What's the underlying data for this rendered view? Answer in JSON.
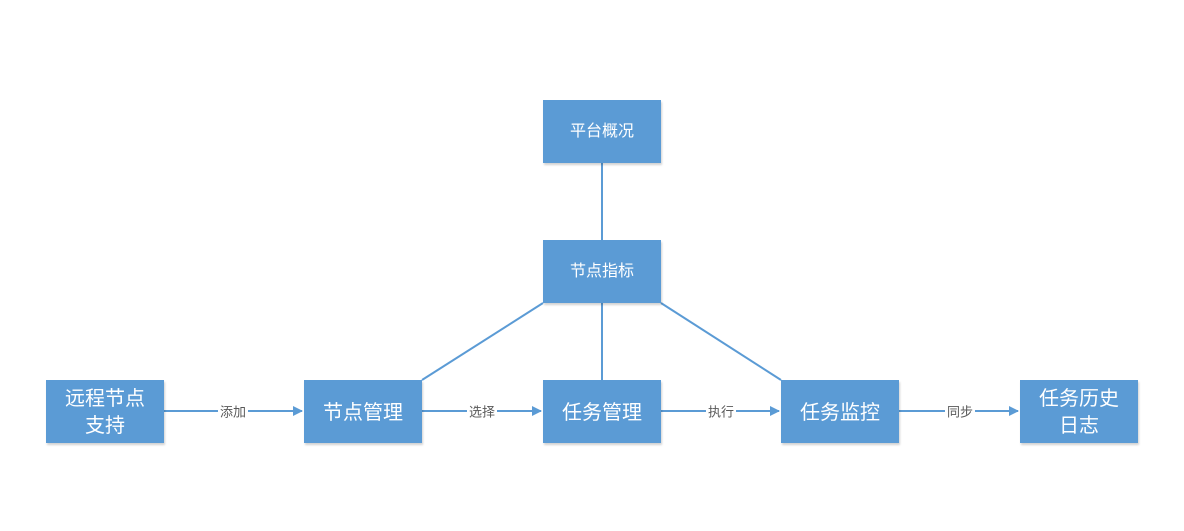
{
  "nodes": {
    "platform": "平台概况",
    "metrics": "节点指标",
    "remote": "远程节点支持",
    "node_mgmt": "节点管理",
    "task_mgmt": "任务管理",
    "monitor": "任务监控",
    "history": "任务历史日志"
  },
  "edges": {
    "add": "添加",
    "select": "选择",
    "execute": "执行",
    "sync": "同步"
  },
  "colors": {
    "node_fill": "#5b9bd5",
    "line": "#5b9bd5"
  }
}
